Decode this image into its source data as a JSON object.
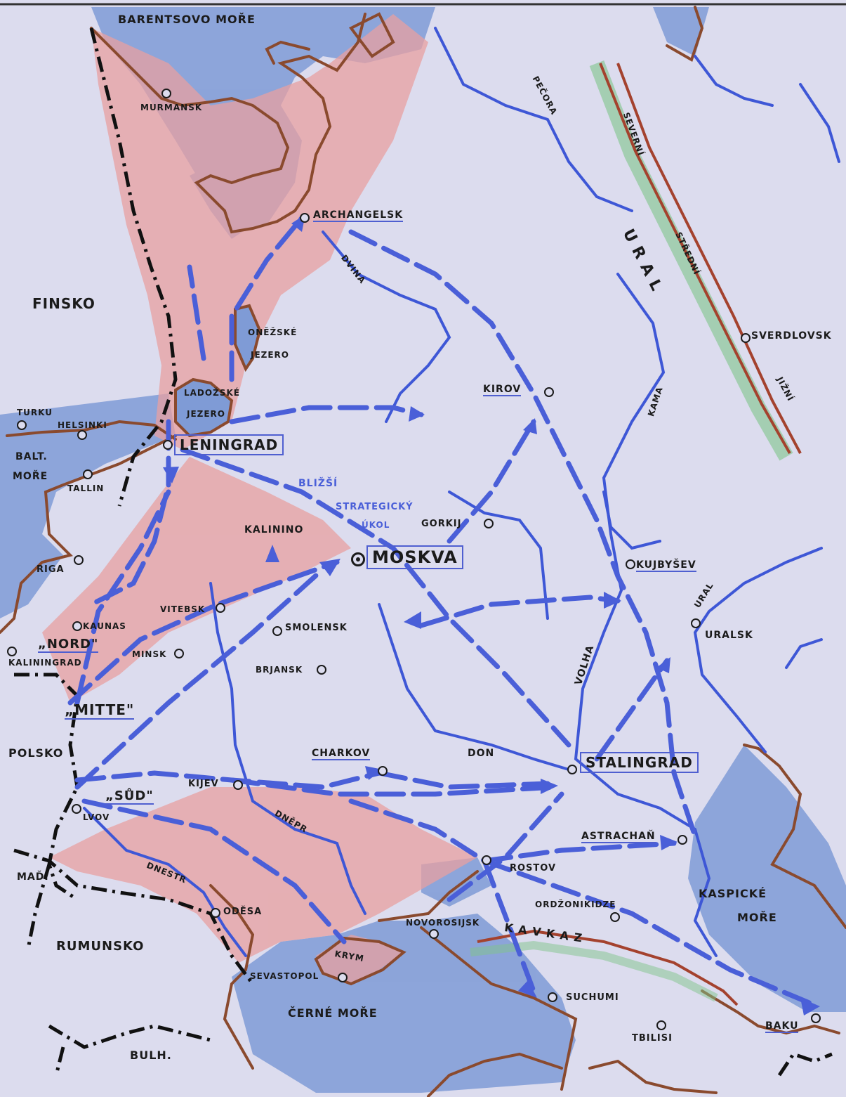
{
  "colors": {
    "water": "#6f8fd0",
    "land": "#dcdcee",
    "occupied": "#e59a9a",
    "arrow": "#4a5fd8",
    "coast": "#8a4a2e",
    "mountains_green": "#7fc48a"
  },
  "seas": {
    "barents": "BARENTSOVO MOŘE",
    "baltic_1": "BALT.",
    "baltic_2": "MOŘE",
    "caspian_1": "KASPICKÉ",
    "caspian_2": "MOŘE",
    "black": "ČERNÉ   MOŘE"
  },
  "lakes": {
    "onega_1": "ONĚŽSKÉ",
    "onega_2": "JEZERO",
    "ladoga_1": "LADOŽSKÉ",
    "ladoga_2": "JEZERO"
  },
  "countries": {
    "finland": "FINSKO",
    "poland": "POLSKO",
    "romania": "RUMUNSKO",
    "bulgaria": "BULH.",
    "hungary": "MAĎ."
  },
  "army_groups": {
    "nord": "„NORD\"",
    "mitte": "„MITTE\"",
    "sud": "„SŮD\""
  },
  "strategic_goal": {
    "line1": "BLIŽŠÍ",
    "line2": "STRATEGICKÝ",
    "line3": "ÚKOL"
  },
  "rivers": {
    "pechora": "PEČORA",
    "dvina": "DVINA",
    "kama": "KAMA",
    "volga": "VOLHA",
    "don": "DON",
    "dnieper": "DNĚPR",
    "dniester": "DNESTR",
    "ural": "URAL"
  },
  "ural_mountains": {
    "letters": "U   R   A   L",
    "north": "SEVERNÍ",
    "middle": "STŘEDNÍ",
    "south": "JIŽNÍ"
  },
  "caucasus": "K  A  V  K  A  Z",
  "crimea": "KRYM",
  "cities": {
    "murmansk": "MURMANSK",
    "archangelsk": "ARCHANGELSK",
    "kirov": "KIROV",
    "sverdlovsk": "SVERDLOVSK",
    "leningrad": "LENINGRAD",
    "turku": "TURKU",
    "helsinki": "HELSINKI",
    "tallin": "TALLIN",
    "riga": "RIGA",
    "kaunas": "KAUNAS",
    "kaliningrad": "KALININGRAD",
    "minsk": "MINSK",
    "vitebsk": "VITEBSK",
    "smolensk": "SMOLENSK",
    "brjansk": "BRJANSK",
    "kalinino": "KALININO",
    "moskva": "MOSKVA",
    "gorkij": "GORKIJ",
    "kujbysev": "KUJBYŠEV",
    "uralsk": "URALSK",
    "charkov": "CHARKOV",
    "stalingrad": "STALINGRAD",
    "kijev": "KIJEV",
    "lvov": "LVOV",
    "odesa": "ODĚSA",
    "sevastopol": "SEVASTOPOL",
    "rostov": "ROSTOV",
    "astrachan": "ASTRACHAŇ",
    "novorosijsk": "NOVOROSIJSK",
    "ordzonikidze": "ORDŽONIKIDZE",
    "suchumi": "SUCHUMI",
    "tbilisi": "TBILISI",
    "baku": "BAKU"
  }
}
